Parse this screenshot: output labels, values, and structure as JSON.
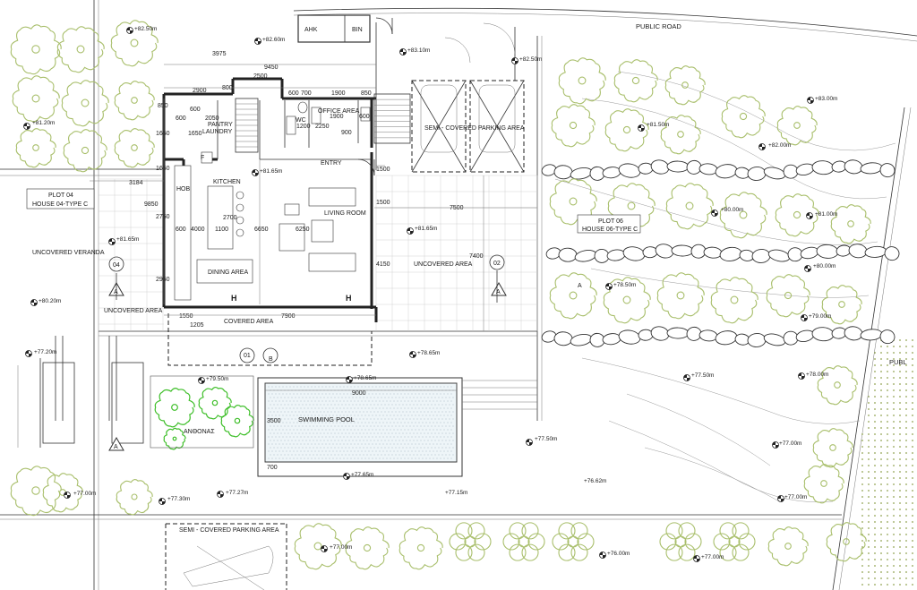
{
  "labels": {
    "public_road": "PUBLIC ROAD",
    "publ_cut": "PUBL",
    "ahk": "AHK",
    "bin": "BIN",
    "plot04": "PLOT 04",
    "house04": "HOUSE 04-TYPE C",
    "plot06": "PLOT 06",
    "house06": "HOUSE 06-TYPE C",
    "uncovered_veranda": "UNCOVERED VERANDA",
    "uncovered_area_left": "UNCOVERED AREA",
    "uncovered_area_mid": "UNCOVERED AREA",
    "covered_area": "COVERED AREA",
    "semi_covered_top": "SEMI - COVERED PARKING AREA",
    "semi_covered_bottom": "SEMI - COVERED PARKING AREA",
    "pantry": "PANTRY",
    "laundry": "LAUNDRY",
    "wc": "WC",
    "office": "OFFICE AREA",
    "entry": "ENTRY",
    "kitchen": "KITCHEN",
    "living": "LIVING ROOM",
    "dining": "DINING AREA",
    "hob": "HOB",
    "f": "F",
    "pool": "SWIMMING POOL",
    "garden": "ΑΝΘΟΝΑΣ",
    "h1": "H",
    "h2": "H",
    "a1": "A",
    "a2": "A",
    "a3": "A",
    "a4": "A",
    "b": "B",
    "s01": "01",
    "s02": "02",
    "s04": "04"
  },
  "levels": {
    "l8250a": "+82.50m",
    "l8260": "+82.60m",
    "l8310": "+83.10m",
    "l8250b": "+82.50m",
    "l8300": "+83.00m",
    "l8120": "+81.20m",
    "l8150": "+81.50m",
    "l8200": "+82.00m",
    "l8165a": "+81.65m",
    "l8000a": "+80.00m",
    "l8100": "+81.00m",
    "l8165b": "+81.65m",
    "l8165c": "+81.65m",
    "l8000b": "+80.00m",
    "l7850a": "+78.50m",
    "l8020": "+80.20m",
    "l7900": "+79.00m",
    "l7720": "+77.20m",
    "l7865": "+78.65m",
    "l7950": "+79.50m",
    "l7865b": "+78.65m",
    "l7750a": "+77.50m",
    "l7800a": "+78.00m",
    "l7750b": "+77.50m",
    "l7700a": "+77.00m",
    "l7765": "+77.65m",
    "l7700b": "+77.00m",
    "l7730": "+77.30m",
    "l7727": "+77.27m",
    "l7715": "+77.15m",
    "l7662": "+76.62m",
    "l7700c": "+77.00m",
    "l7700d": "+77.00m",
    "l7600": "+76.00m",
    "l7700e": "+77.00m"
  },
  "dims": {
    "d3975": "3975",
    "d9450": "9450",
    "d2500": "2500",
    "d2900": "2900",
    "d800": "800",
    "d600a": "600",
    "d700": "700",
    "d1900a": "1900",
    "d850": "850",
    "d850b": "850",
    "d600b": "600",
    "d2050": "2050",
    "d600c": "600",
    "d1650a": "1650",
    "d1650b": "1650",
    "d1200": "1200",
    "d2250": "2250",
    "d1900b": "1900",
    "d600d": "600",
    "d900": "900",
    "d1650c": "1650",
    "d1500a": "1500",
    "d3184": "3184",
    "d9850": "9850",
    "d2750": "2750",
    "d2700": "2700",
    "d600e": "600",
    "d4000": "4000",
    "d1100": "1100",
    "d6650": "6650",
    "d6250": "6250",
    "d1500b": "1500",
    "d7500": "7500",
    "d7400": "7400",
    "d4150": "4150",
    "d2950": "2950",
    "d1550": "1550",
    "d7900": "7900",
    "d1205": "1205",
    "d9000": "9000",
    "d3500": "3500",
    "d700b": "700"
  }
}
